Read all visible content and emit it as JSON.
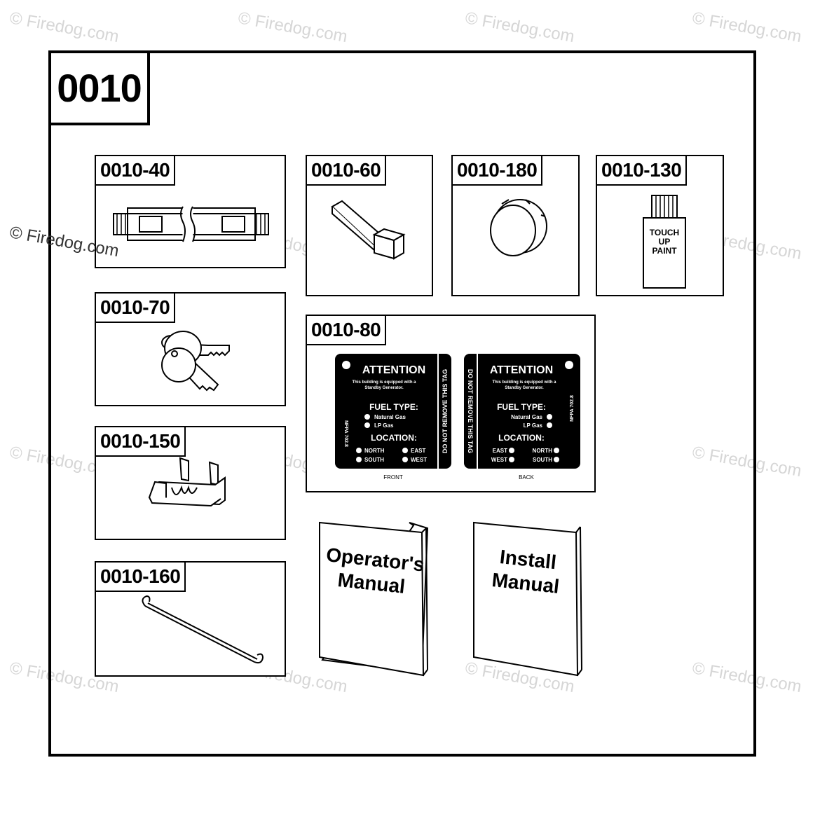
{
  "diagram_label": "0010",
  "parts": [
    {
      "id": "0010-40"
    },
    {
      "id": "0010-60"
    },
    {
      "id": "0010-180"
    },
    {
      "id": "0010-130",
      "bottle_text": [
        "TOUCH",
        "UP",
        "PAINT"
      ]
    },
    {
      "id": "0010-70"
    },
    {
      "id": "0010-80"
    },
    {
      "id": "0010-150"
    },
    {
      "id": "0010-160"
    }
  ],
  "tag_front": {
    "heading": "ATTENTION",
    "line1": "This building is equipped with a",
    "line2": "Standby Generator.",
    "fuel_heading": "FUEL TYPE:",
    "fuel_natural": "Natural Gas",
    "fuel_lp": "LP Gas",
    "location_heading": "LOCATION:",
    "north": "NORTH",
    "east": "EAST",
    "south": "SOUTH",
    "west": "WEST",
    "side_text": "NFPA 702.8",
    "vertical_text": "DO NOT REMOVE THIS TAG",
    "caption": "FRONT"
  },
  "tag_back": {
    "heading": "ATTENTION",
    "line1": "This building is equipped with a",
    "line2": "Standby Generator.",
    "fuel_heading": "FUEL TYPE:",
    "fuel_natural": "Natural Gas",
    "fuel_lp": "LP Gas",
    "location_heading": "LOCATION:",
    "north": "NORTH",
    "east": "EAST",
    "south": "SOUTH",
    "west": "WEST",
    "side_text": "NFPA 702.8",
    "vertical_text": "DO NOT REMOVE THIS TAG",
    "caption": "BACK"
  },
  "manuals": {
    "operators": [
      "Operator's",
      "Manual"
    ],
    "install": [
      "Install",
      "Manual"
    ]
  },
  "watermark": "© Firedog.com",
  "colors": {
    "line": "#000000",
    "background": "#ffffff",
    "watermark": "#d6d6d6"
  }
}
